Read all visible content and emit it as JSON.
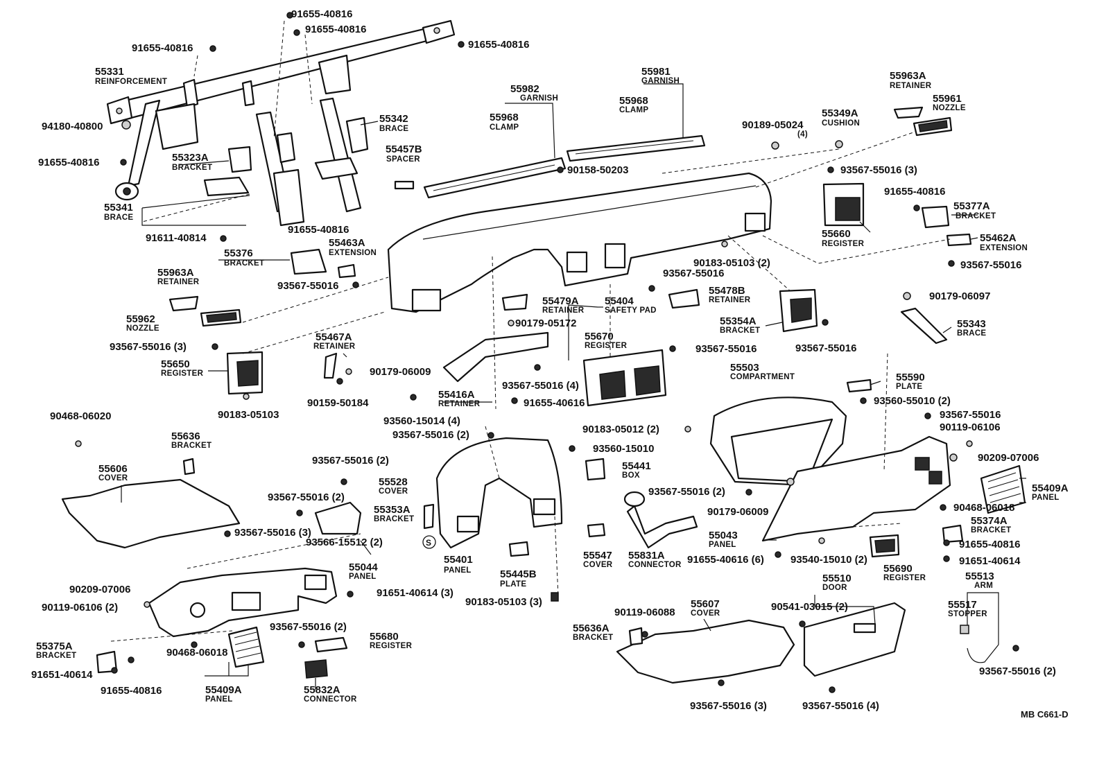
{
  "footer_code": "MB  C661-D",
  "symbol_s": "S",
  "labels": [
    {
      "num": "91655-40816",
      "name": ""
    },
    {
      "num": "91655-40816",
      "name": ""
    },
    {
      "num": "91655-40816",
      "name": ""
    },
    {
      "num": "91655-40816",
      "name": ""
    },
    {
      "num": "55331",
      "name": "REINFORCEMENT"
    },
    {
      "num": "94180-40800",
      "name": ""
    },
    {
      "num": "55342",
      "name": "BRACE"
    },
    {
      "num": "55323A",
      "name": "BRACKET"
    },
    {
      "num": "91655-40816",
      "name": ""
    },
    {
      "num": "55341",
      "name": "BRACE"
    },
    {
      "num": "91655-40816",
      "name": ""
    },
    {
      "num": "91611-40814",
      "name": ""
    },
    {
      "num": "55982",
      "name": "GARNISH"
    },
    {
      "num": "55968",
      "name": "CLAMP"
    },
    {
      "num": "55457B",
      "name": "SPACER"
    },
    {
      "num": "55981",
      "name": "GARNISH"
    },
    {
      "num": "55968",
      "name": "CLAMP"
    },
    {
      "num": "90158-50203",
      "name": ""
    },
    {
      "num": "90189-05024",
      "name": "(4)"
    },
    {
      "num": "55349A",
      "name": "CUSHION"
    },
    {
      "num": "55963A",
      "name": "RETAINER"
    },
    {
      "num": "55961",
      "name": "NOZZLE"
    },
    {
      "num": "93567-55016 (3)",
      "name": ""
    },
    {
      "num": "91655-40816",
      "name": ""
    },
    {
      "num": "55377A",
      "name": "BRACKET"
    },
    {
      "num": "55660",
      "name": "REGISTER"
    },
    {
      "num": "55462A",
      "name": "EXTENSION"
    },
    {
      "num": "93567-55016",
      "name": ""
    },
    {
      "num": "90183-05103 (2)",
      "name": ""
    },
    {
      "num": "55376",
      "name": "BRACKET"
    },
    {
      "num": "55463A",
      "name": "EXTENSION"
    },
    {
      "num": "93567-55016",
      "name": ""
    },
    {
      "num": "55963A",
      "name": "RETAINER"
    },
    {
      "num": "55962",
      "name": "NOZZLE"
    },
    {
      "num": "55479A",
      "name": "RETAINER"
    },
    {
      "num": "55404",
      "name": "SAFETY PAD"
    },
    {
      "num": "90179-05172",
      "name": ""
    },
    {
      "num": "93567-55016",
      "name": ""
    },
    {
      "num": "55478B",
      "name": "RETAINER"
    },
    {
      "num": "90179-06097",
      "name": ""
    },
    {
      "num": "55354A",
      "name": "BRACKET"
    },
    {
      "num": "93567-55016",
      "name": ""
    },
    {
      "num": "55343",
      "name": "BRACE"
    },
    {
      "num": "93567-55016 (3)",
      "name": ""
    },
    {
      "num": "55467A",
      "name": "RETAINER"
    },
    {
      "num": "55650",
      "name": "REGISTER"
    },
    {
      "num": "90179-06009",
      "name": ""
    },
    {
      "num": "55670",
      "name": "REGISTER"
    },
    {
      "num": "93567-55016",
      "name": ""
    },
    {
      "num": "55503",
      "name": "COMPARTMENT"
    },
    {
      "num": "90159-50184",
      "name": ""
    },
    {
      "num": "90183-05103",
      "name": ""
    },
    {
      "num": "55416A",
      "name": "RETAINER"
    },
    {
      "num": "93567-55016 (4)",
      "name": ""
    },
    {
      "num": "91655-40616",
      "name": ""
    },
    {
      "num": "55590",
      "name": "PLATE"
    },
    {
      "num": "93560-55010 (2)",
      "name": ""
    },
    {
      "num": "93560-15014 (4)",
      "name": ""
    },
    {
      "num": "93567-55016 (2)",
      "name": ""
    },
    {
      "num": "93567-55016",
      "name": ""
    },
    {
      "num": "90119-06106",
      "name": ""
    },
    {
      "num": "90468-06020",
      "name": ""
    },
    {
      "num": "90183-05012 (2)",
      "name": ""
    },
    {
      "num": "93560-15010",
      "name": ""
    },
    {
      "num": "55636",
      "name": "BRACKET"
    },
    {
      "num": "55606",
      "name": "COVER"
    },
    {
      "num": "93567-55016 (2)",
      "name": ""
    },
    {
      "num": "55441",
      "name": "BOX"
    },
    {
      "num": "90209-07006",
      "name": ""
    },
    {
      "num": "55528",
      "name": "COVER"
    },
    {
      "num": "55409A",
      "name": "PANEL"
    },
    {
      "num": "93567-55016 (2)",
      "name": ""
    },
    {
      "num": "55353A",
      "name": "BRACKET"
    },
    {
      "num": "93567-55016 (2)",
      "name": ""
    },
    {
      "num": "90468-06018",
      "name": ""
    },
    {
      "num": "90179-06009",
      "name": ""
    },
    {
      "num": "55374A",
      "name": "BRACKET"
    },
    {
      "num": "93567-55016 (3)",
      "name": ""
    },
    {
      "num": "93566-15512 (2)",
      "name": ""
    },
    {
      "num": "55043",
      "name": "PANEL"
    },
    {
      "num": "91655-40816",
      "name": ""
    },
    {
      "num": "55401",
      "name": "PANEL"
    },
    {
      "num": "55445B",
      "name": "PLATE"
    },
    {
      "num": "55547",
      "name": "COVER"
    },
    {
      "num": "55831A",
      "name": "CONNECTOR"
    },
    {
      "num": "91655-40616 (6)",
      "name": ""
    },
    {
      "num": "93540-15010 (2)",
      "name": ""
    },
    {
      "num": "55690",
      "name": "REGISTER"
    },
    {
      "num": "91651-40614",
      "name": ""
    },
    {
      "num": "55044",
      "name": "PANEL"
    },
    {
      "num": "90209-07006",
      "name": ""
    },
    {
      "num": "90119-06106 (2)",
      "name": ""
    },
    {
      "num": "91651-40614 (3)",
      "name": ""
    },
    {
      "num": "90183-05103 (3)",
      "name": ""
    },
    {
      "num": "55510",
      "name": "DOOR"
    },
    {
      "num": "55513",
      "name": "ARM"
    },
    {
      "num": "55607",
      "name": "COVER"
    },
    {
      "num": "90119-06088",
      "name": ""
    },
    {
      "num": "90541-03015 (2)",
      "name": ""
    },
    {
      "num": "55517",
      "name": "STOPPER"
    },
    {
      "num": "93567-55016 (2)",
      "name": ""
    },
    {
      "num": "55680",
      "name": "REGISTER"
    },
    {
      "num": "55636A",
      "name": "BRACKET"
    },
    {
      "num": "55375A",
      "name": "BRACKET"
    },
    {
      "num": "90468-06018",
      "name": ""
    },
    {
      "num": "91651-40614",
      "name": ""
    },
    {
      "num": "91655-40816",
      "name": ""
    },
    {
      "num": "55409A",
      "name": "PANEL"
    },
    {
      "num": "55832A",
      "name": "CONNECTOR"
    },
    {
      "num": "93567-55016 (3)",
      "name": ""
    },
    {
      "num": "93567-55016 (4)",
      "name": ""
    },
    {
      "num": "93567-55016 (2)",
      "name": ""
    }
  ]
}
